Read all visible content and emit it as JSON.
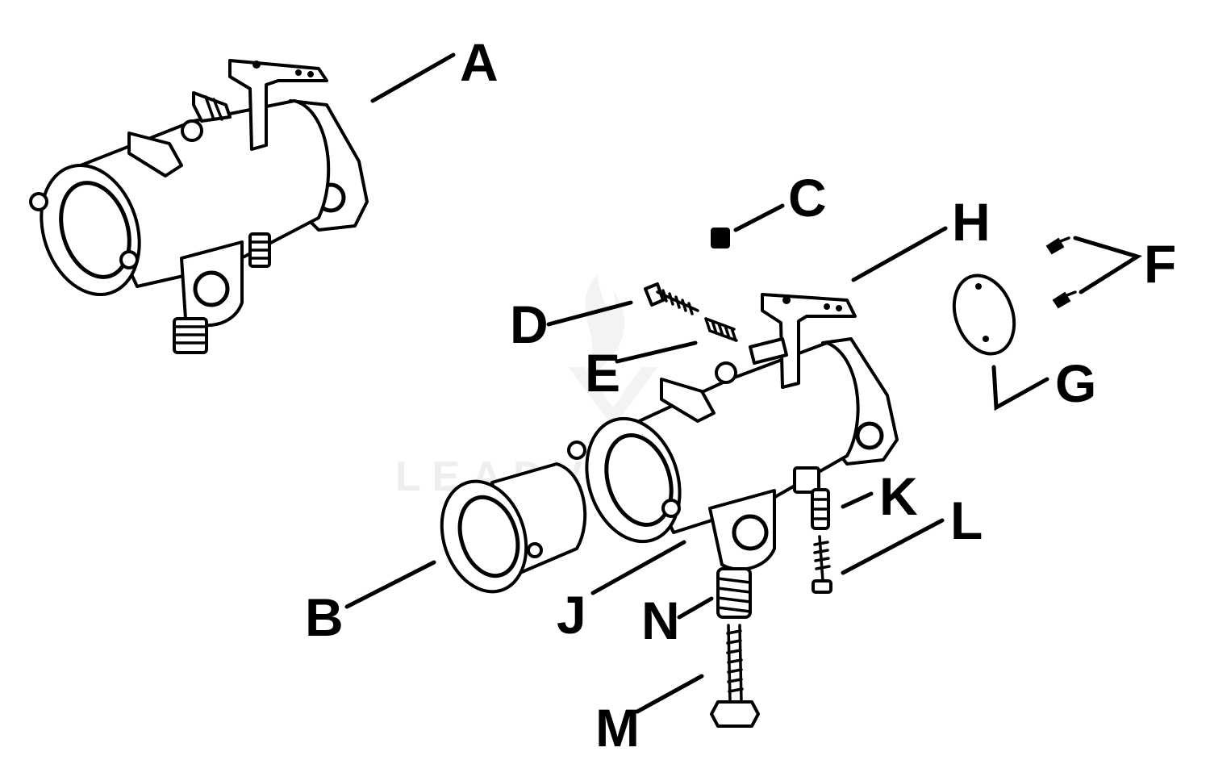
{
  "watermark": {
    "text": "LEADVENTURE"
  },
  "callouts": {
    "A": "A",
    "B": "B",
    "C": "C",
    "D": "D",
    "E": "E",
    "F": "F",
    "G": "G",
    "H": "H",
    "J": "J",
    "K": "K",
    "L": "L",
    "M": "M",
    "N": "N"
  },
  "colors": {
    "ink": "#000000",
    "paper": "#ffffff",
    "watermark": "#eeeeee"
  }
}
